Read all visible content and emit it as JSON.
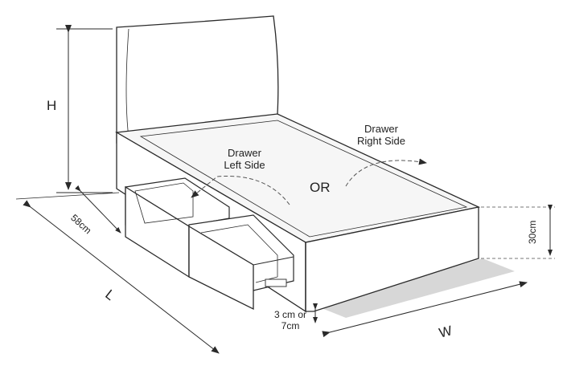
{
  "labels": {
    "height": "H",
    "drawer_depth": "58cm",
    "length": "L",
    "leg_height": "3 cm or 7cm",
    "leg_height_line1": "3 cm or",
    "leg_height_line2": "7cm",
    "width": "W",
    "base_height": "30cm",
    "drawer_left_line1": "Drawer",
    "drawer_left_line2": "Left Side",
    "drawer_right_line1": "Drawer",
    "drawer_right_line2": "Right Side",
    "or": "OR"
  },
  "colors": {
    "stroke": "#2a2a2a",
    "body": "#ffffff",
    "shadow": "#d7d7d7",
    "dashed": "#777777"
  }
}
